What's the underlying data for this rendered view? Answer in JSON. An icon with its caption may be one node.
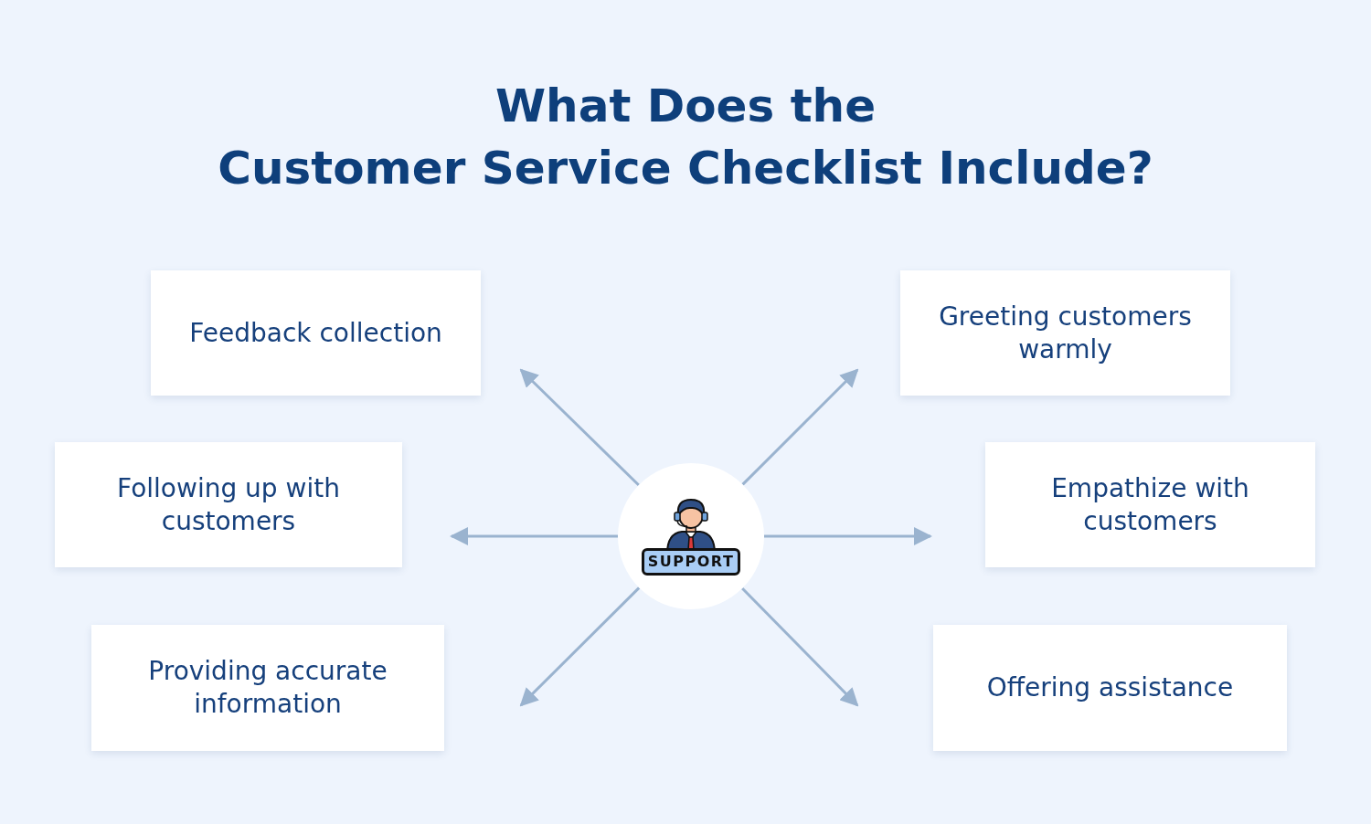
{
  "diagram": {
    "title": "What Does the Customer Service Checklist Include?",
    "nodes": [
      {
        "text": [
          "Feedback collection"
        ]
      },
      {
        "text": [
          "Greeting customers warmly"
        ]
      },
      {
        "text": [
          "Following up with customers"
        ]
      },
      {
        "text": [
          "SUPPORT"
        ]
      },
      {
        "text": [
          "Empathize with customers"
        ]
      },
      {
        "text": [
          "Providing accurate information"
        ]
      },
      {
        "text": [
          "Offering assistance"
        ]
      }
    ],
    "edges": [
      {
        "from": 3,
        "to": 0,
        "arrow": "to"
      },
      {
        "from": 3,
        "to": 1,
        "arrow": "to"
      },
      {
        "from": 3,
        "to": 2,
        "arrow": "to"
      },
      {
        "from": 3,
        "to": 4,
        "arrow": "to"
      },
      {
        "from": 3,
        "to": 5,
        "arrow": "to"
      },
      {
        "from": 3,
        "to": 6,
        "arrow": "to"
      }
    ]
  }
}
